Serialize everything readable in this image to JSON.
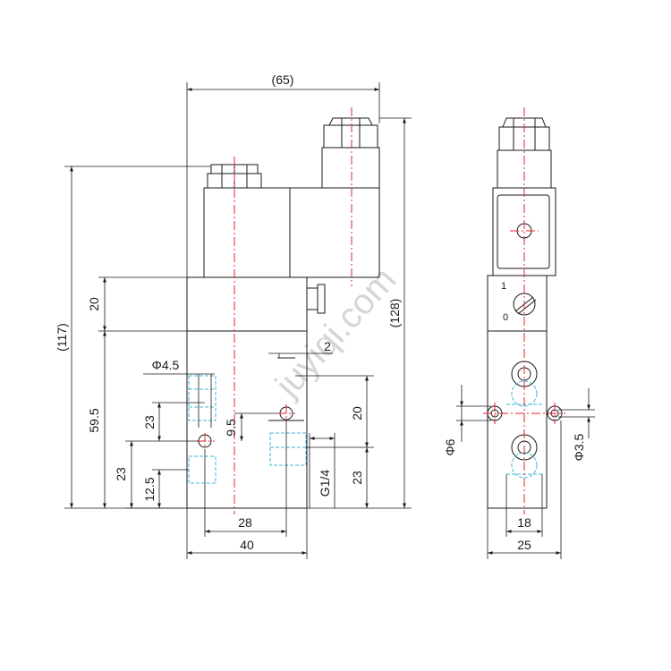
{
  "watermark": "juyiqi.com",
  "front_view": {
    "dim_width_overall": "(65)",
    "dim_height_total": "(117)",
    "dim_height_overall": "(128)",
    "dim_pilot_height": "20",
    "dim_body_height": "59.5",
    "dim_port_spacing_left": "23",
    "dim_port_bottom_left": "23",
    "dim_bottom_offset": "12.5",
    "dim_hole_dia": "Φ4.5",
    "dim_hole_offset": "9.5",
    "dim_port_offset": "2",
    "dim_port_spacing_right": "20",
    "dim_port_bottom_right": "23",
    "dim_thread": "G1/4",
    "dim_hole_pitch": "28",
    "dim_body_width": "40"
  },
  "side_view": {
    "switch_label_on": "1",
    "switch_label_off": "0",
    "dim_port_dia": "Φ6",
    "dim_mount_hole_dia": "Φ3.5",
    "dim_hole_pitch": "18",
    "dim_body_width": "25"
  },
  "colors": {
    "outline": "#1a1a1a",
    "centerline": "#e8232a",
    "hidden": "#3fb6d9",
    "watermark": "#d6d6d6"
  }
}
